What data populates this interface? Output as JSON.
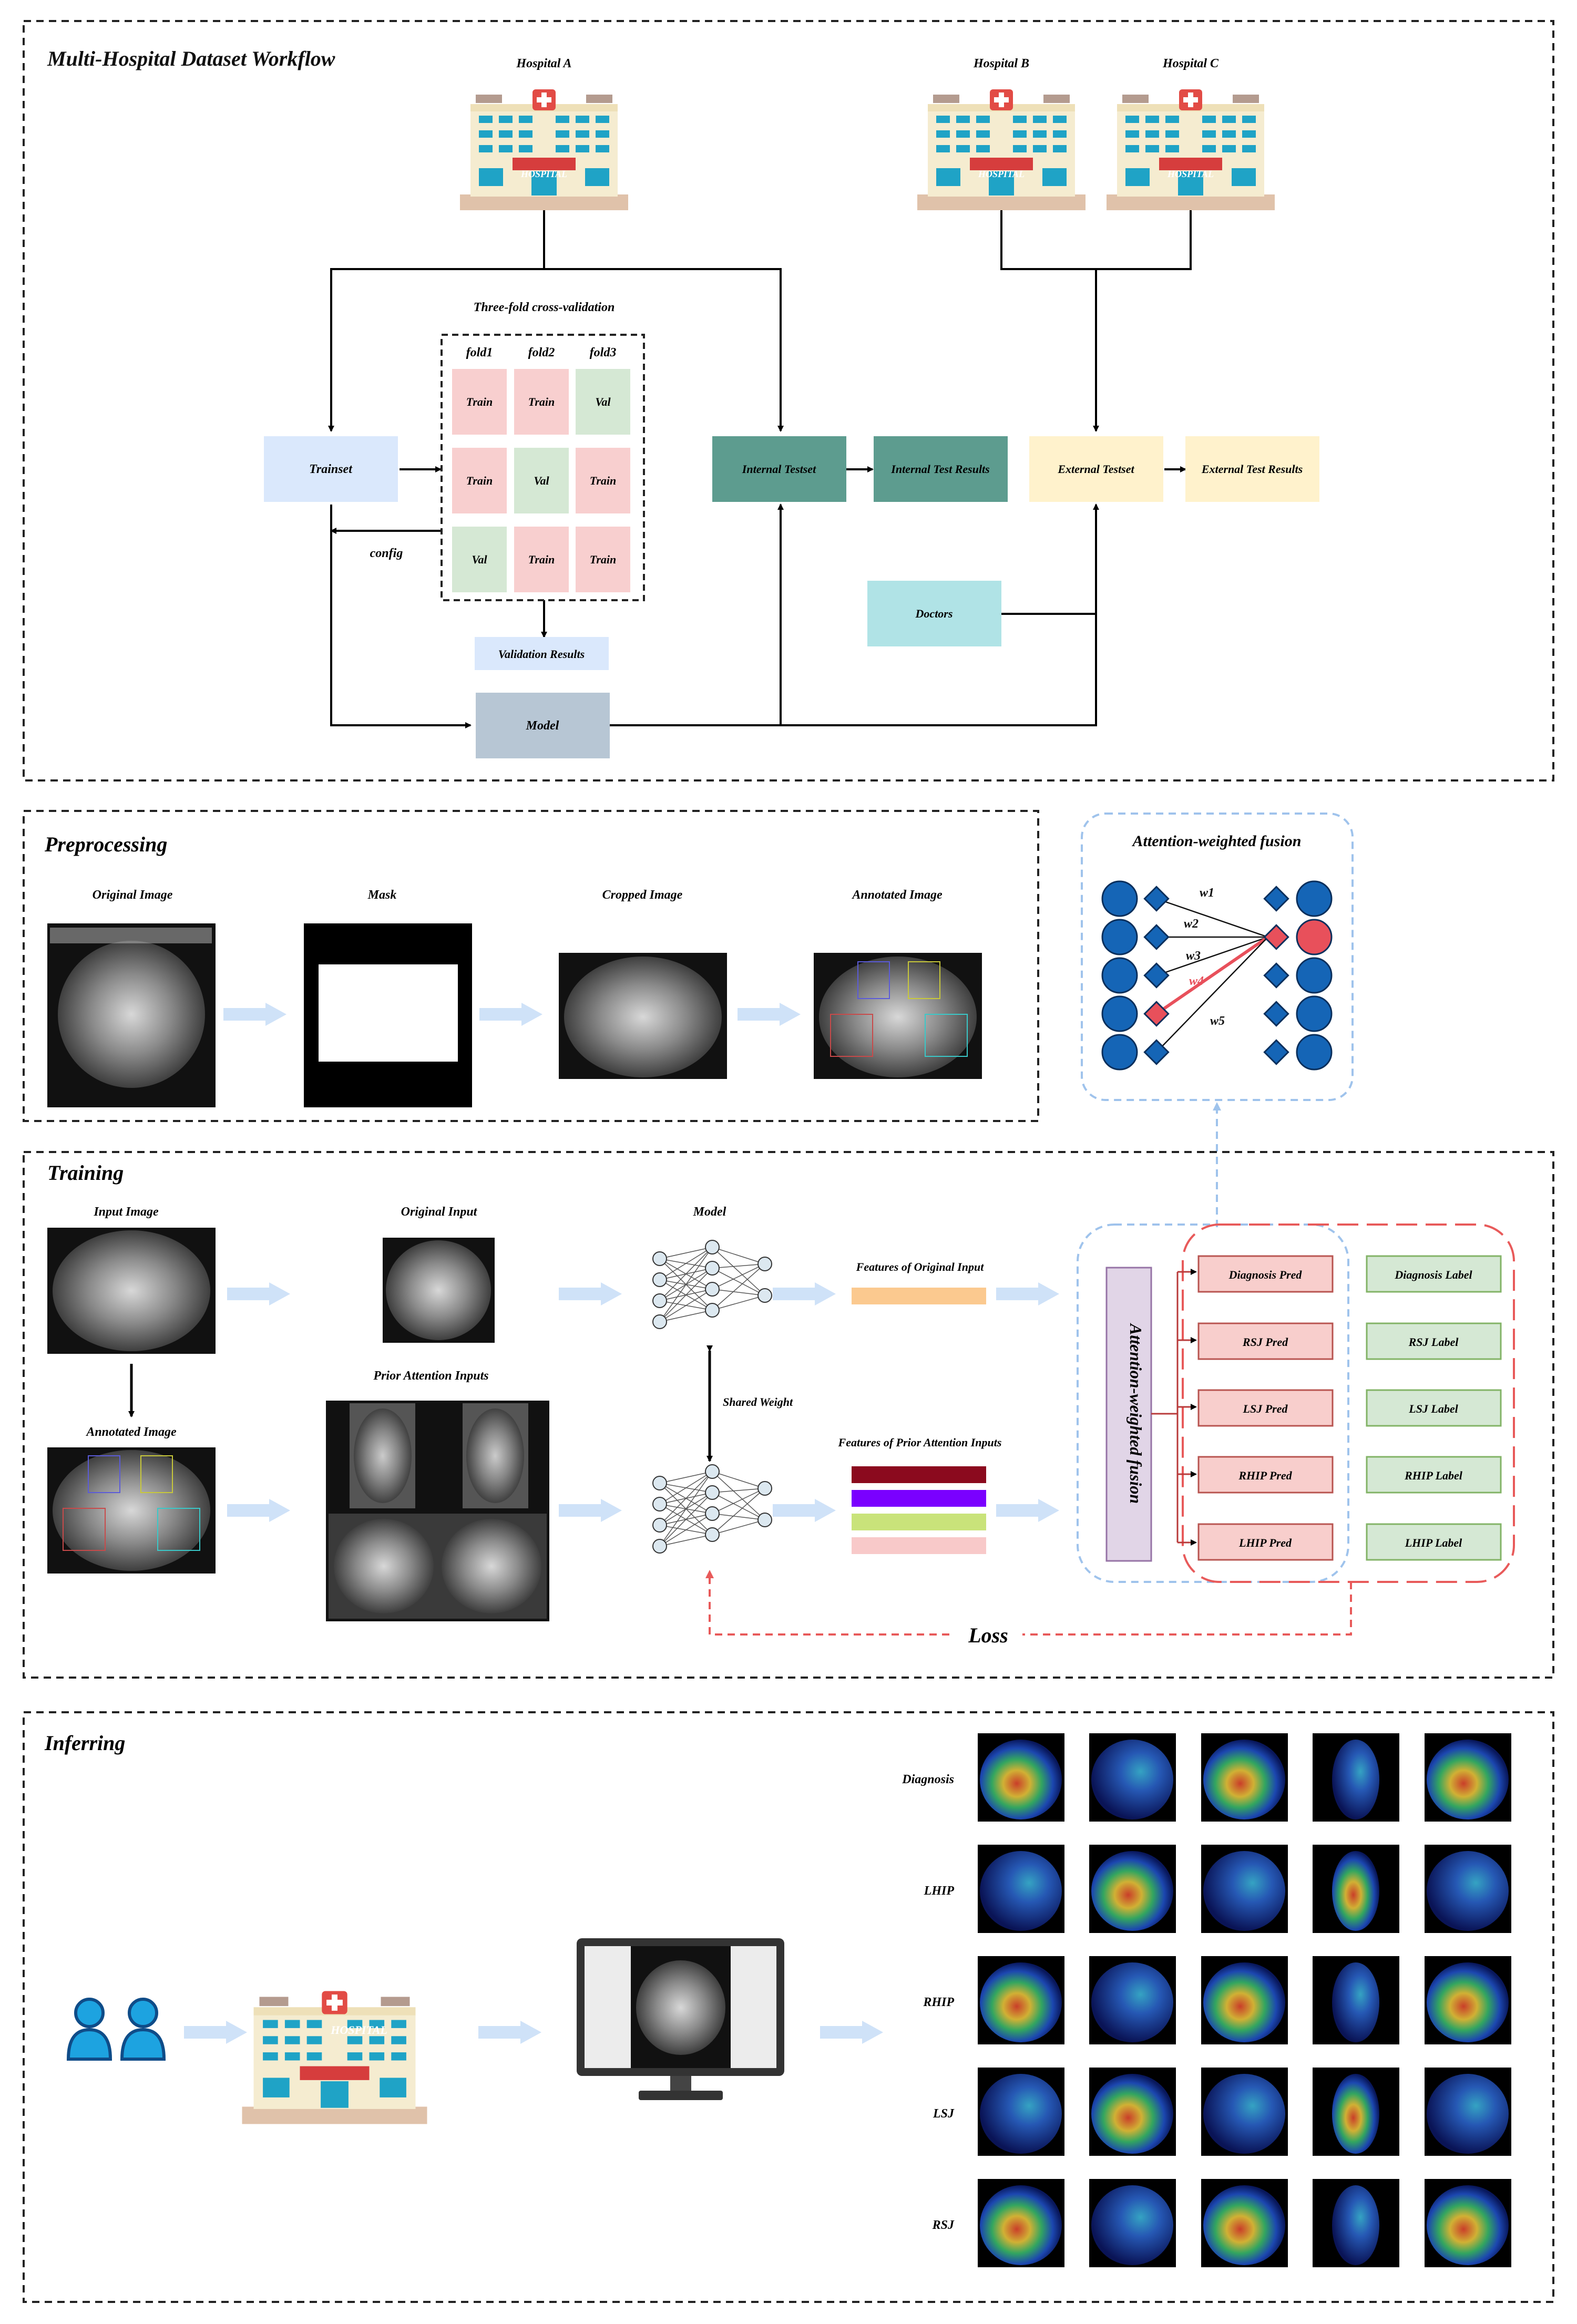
{
  "sections": {
    "workflow": "Multi-Hospital Dataset Workflow",
    "preprocessing": "Preprocessing",
    "training": "Training",
    "inferring": "Inferring",
    "fusion_panel": "Attention-weighted fusion"
  },
  "workflow": {
    "hospital_a": "Hospital A",
    "hospital_b": "Hospital B",
    "hospital_c": "Hospital C",
    "hospital_sign": "HOSPITAL",
    "cv_title": "Three-fold cross-validation",
    "folds": [
      "fold1",
      "fold2",
      "fold3"
    ],
    "grid": [
      [
        "Train",
        "Train",
        "Val"
      ],
      [
        "Train",
        "Val",
        "Train"
      ],
      [
        "Val",
        "Train",
        "Train"
      ]
    ],
    "trainset": "Trainset",
    "config": "config",
    "validation_results": "Validation Results",
    "model": "Model",
    "internal_testset": "Internal Testset",
    "internal_results": "Internal Test Results",
    "external_testset": "External Testset",
    "external_results": "External Test Results",
    "doctors": "Doctors"
  },
  "preprocessing": {
    "steps": [
      "Original Image",
      "Mask",
      "Cropped Image",
      "Annotated Image"
    ]
  },
  "fusion": {
    "weights": [
      "w1",
      "w2",
      "w3",
      "w4",
      "w5"
    ],
    "highlight_weight_index": 3
  },
  "training": {
    "input_image": "Input Image",
    "annotated_image": "Annotated Image",
    "original_input": "Original Input",
    "prior_inputs": "Prior Attention Inputs",
    "model": "Model",
    "shared_weight": "Shared Weight",
    "features_original": "Features of Original Input",
    "features_prior": "Features of Prior Attention Inputs",
    "fusion_label": "Attention-weighted fusion",
    "preds": [
      "Diagnosis Pred",
      "RSJ Pred",
      "LSJ Pred",
      "RHIP Pred",
      "LHIP Pred"
    ],
    "labels": [
      "Diagnosis Label",
      "RSJ Label",
      "LSJ Label",
      "RHIP Label",
      "LHIP Label"
    ],
    "loss": "Loss",
    "feature_colors": [
      "#8b0a1e",
      "#7a00ff",
      "#c9e37a",
      "#f8c9c9"
    ],
    "original_feature_color": "#fbc98f"
  },
  "inferring": {
    "rows": [
      "Diagnosis",
      "LHIP",
      "RHIP",
      "LSJ",
      "RSJ"
    ]
  },
  "colors": {
    "train": "#f8cfcf",
    "val": "#d5e8d4",
    "trainset": "#dae8fc",
    "teal": "#5d9c8f",
    "yellow": "#fff2cc",
    "doctors": "#b0e3e6",
    "model": "#b7c6d4",
    "pred": "#f8cecc",
    "label": "#d5e8d4",
    "fusion_bar": "#e1d5e7",
    "arrow_light": "#cfe2f8",
    "node_blue": "#1565b6",
    "node_red": "#e8505b"
  }
}
